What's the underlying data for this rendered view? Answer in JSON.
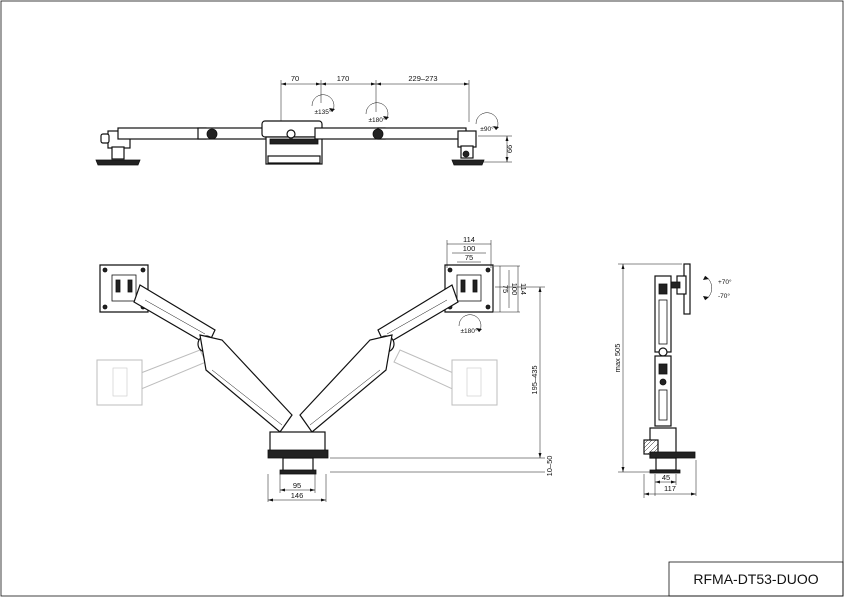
{
  "drawing": {
    "model_code": "RFMA-DT53-DUOO"
  },
  "top_view": {
    "dim_segments": [
      "70",
      "170",
      "229–273"
    ],
    "height_label": "66",
    "rotation_labels": [
      "±135°",
      "±180°",
      "±90°"
    ]
  },
  "front_view": {
    "vesa_dims": [
      "114",
      "100",
      "75"
    ],
    "vesa_dims_vertical": [
      "114",
      "100",
      "75"
    ],
    "rotation_label": "±180°",
    "height_range": "195–435",
    "clamp_range": "10–50",
    "base_dims": [
      "95",
      "146"
    ]
  },
  "side_view": {
    "tilt_labels": [
      "+70°",
      "-70°"
    ],
    "max_height": "max 505",
    "foot_dim": "45",
    "depth_dim": "117"
  },
  "icons": {
    "rotation": "rotation-arc-icon"
  }
}
